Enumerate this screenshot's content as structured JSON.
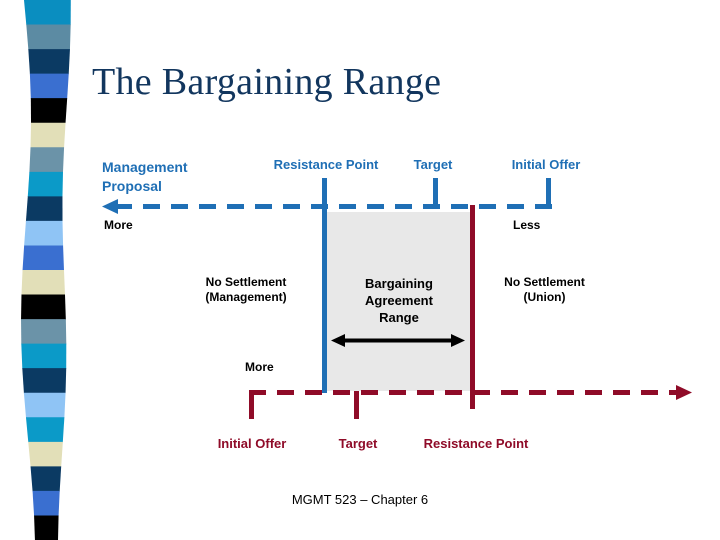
{
  "slide": {
    "title": "The Bargaining Range",
    "footer": "MGMT 523 – Chapter 6",
    "background": "#ffffff"
  },
  "colors": {
    "title_navy": "#12365e",
    "management_blue": "#1f6fb5",
    "union_red": "#8f0b28",
    "range_box_gray": "#e8e8e8",
    "arrow_black": "#000000"
  },
  "management_axis": {
    "party_label": "Management\nProposal",
    "party_label_line1": "Management",
    "party_label_line2": "Proposal",
    "direction": "left",
    "scale_low_label": "More",
    "scale_high_label": "Less",
    "points": [
      {
        "label": "Resistance Point"
      },
      {
        "label": "Target"
      },
      {
        "label": "Initial Offer"
      }
    ]
  },
  "union_axis": {
    "direction": "right",
    "scale_low_label": "More",
    "points": [
      {
        "label": "Initial Offer"
      },
      {
        "label": "Target"
      },
      {
        "label": "Resistance Point"
      }
    ]
  },
  "zones": {
    "left": {
      "line1": "No Settlement",
      "line2": "(Management)"
    },
    "center": {
      "line1": "Bargaining",
      "line2": "Agreement",
      "line3": "Range"
    },
    "right": {
      "line1": "No Settlement",
      "line2": "(Union)"
    }
  },
  "decor_band": {
    "stripe_colors": [
      "#0a8ec0",
      "#5c8ba3",
      "#0b3a63",
      "#3a6fd0",
      "#000000",
      "#e2dfb8",
      "#6b93a8",
      "#0b9ac8",
      "#0b3a63",
      "#8fc4f5",
      "#3a6fd0",
      "#e2dfb8",
      "#000000",
      "#6b93a8",
      "#0b9ac8",
      "#0b3a63",
      "#8fc4f5",
      "#0b9ac8",
      "#e2dfb8",
      "#0b3a63",
      "#3a6fd0",
      "#000000"
    ]
  }
}
